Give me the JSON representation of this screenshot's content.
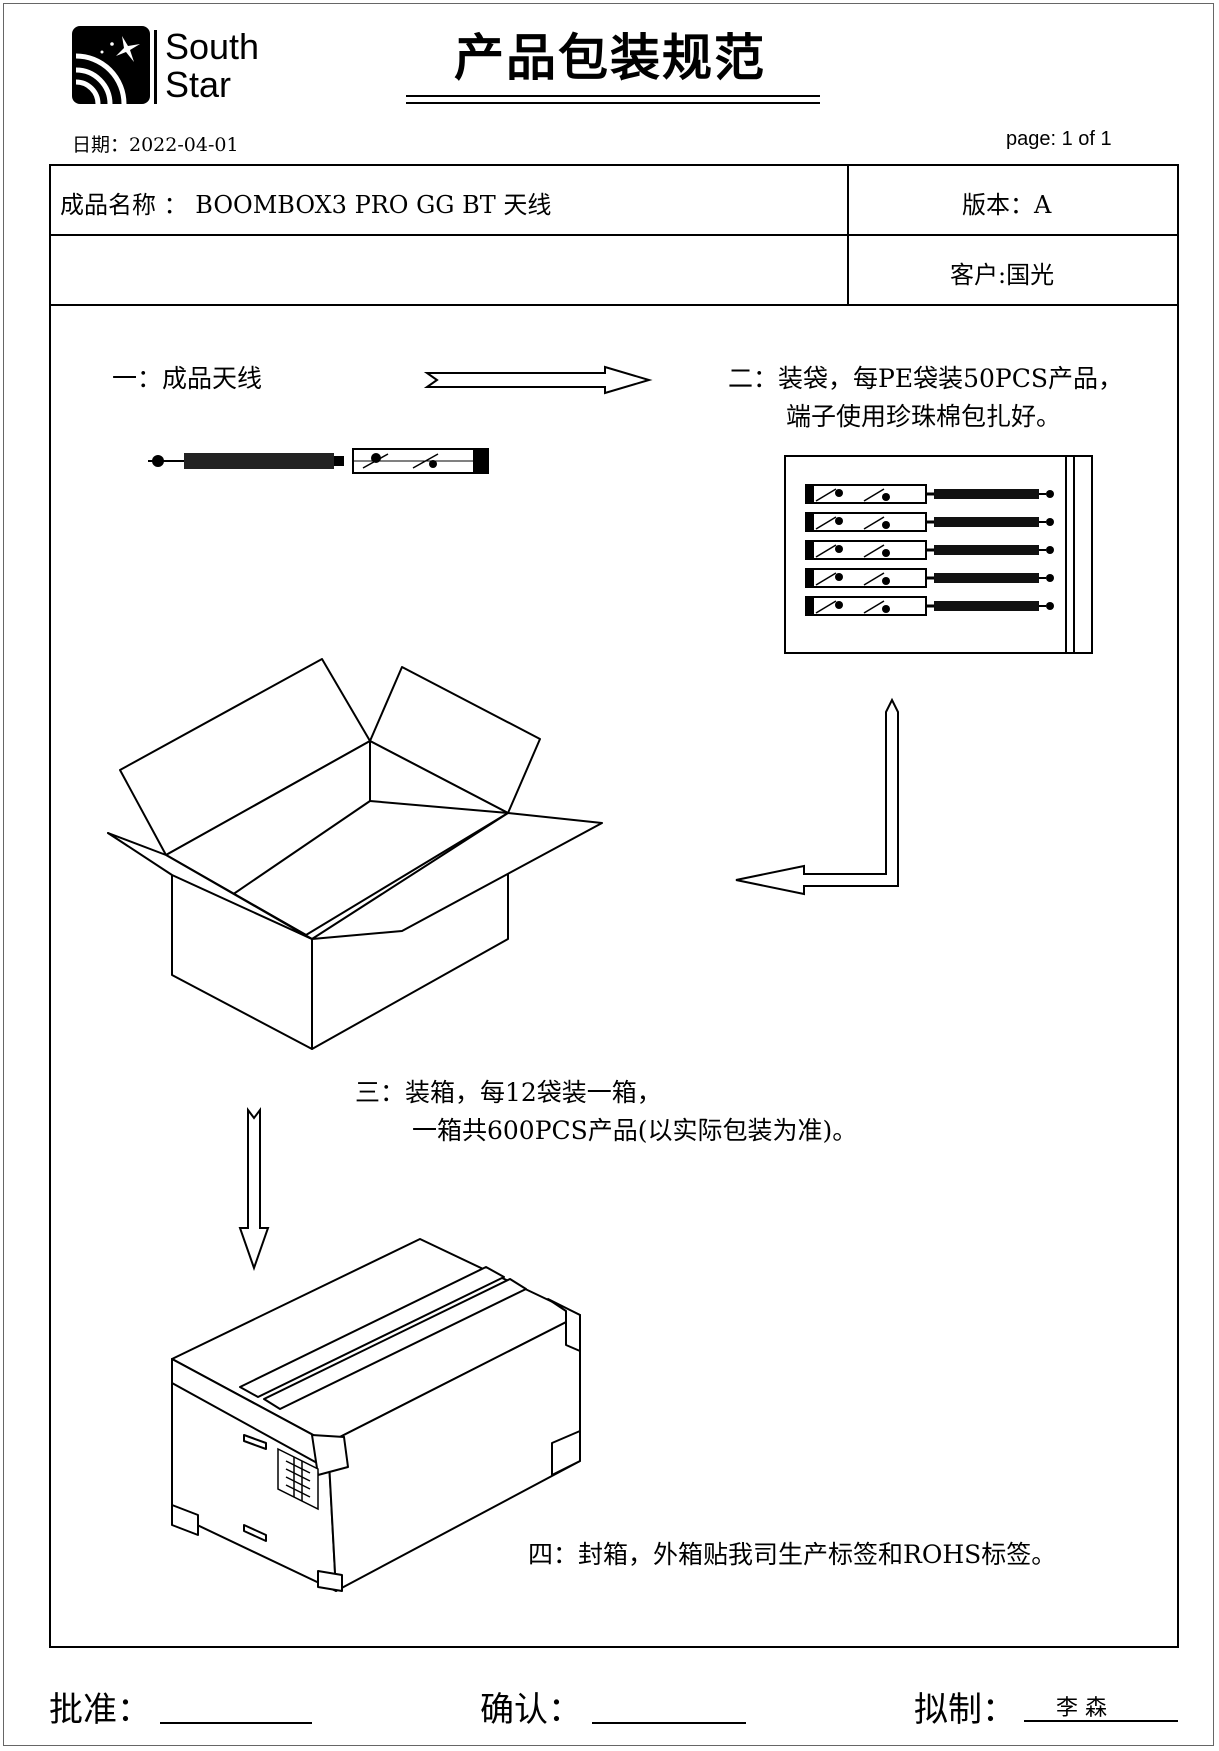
{
  "header": {
    "logo_line1": "South",
    "logo_line2": "Star",
    "title": "产品包装规范",
    "date": "日期：2022-04-01",
    "page": "page: 1 of 1"
  },
  "info_table": {
    "product_name": "成品名称 ： BOOMBOX3 PRO GG BT 天线",
    "version": "版本：A",
    "customer": "客户:国光"
  },
  "steps": {
    "step1": "一：成品天线",
    "step2_line1": "二：装袋，每PE袋装50PCS产品，",
    "step2_line2": "端子使用珍珠棉包扎好。",
    "step3_line1": "三：装箱，每12袋装一箱，",
    "step3_line2": "一箱共600PCS产品(以实际包装为准)。",
    "step4": "四：封箱，外箱贴我司生产标签和ROHS标签。"
  },
  "signatures": {
    "approve_label": "批准：",
    "confirm_label": "确认：",
    "draft_label": "拟制：",
    "draft_name": "李 森"
  }
}
